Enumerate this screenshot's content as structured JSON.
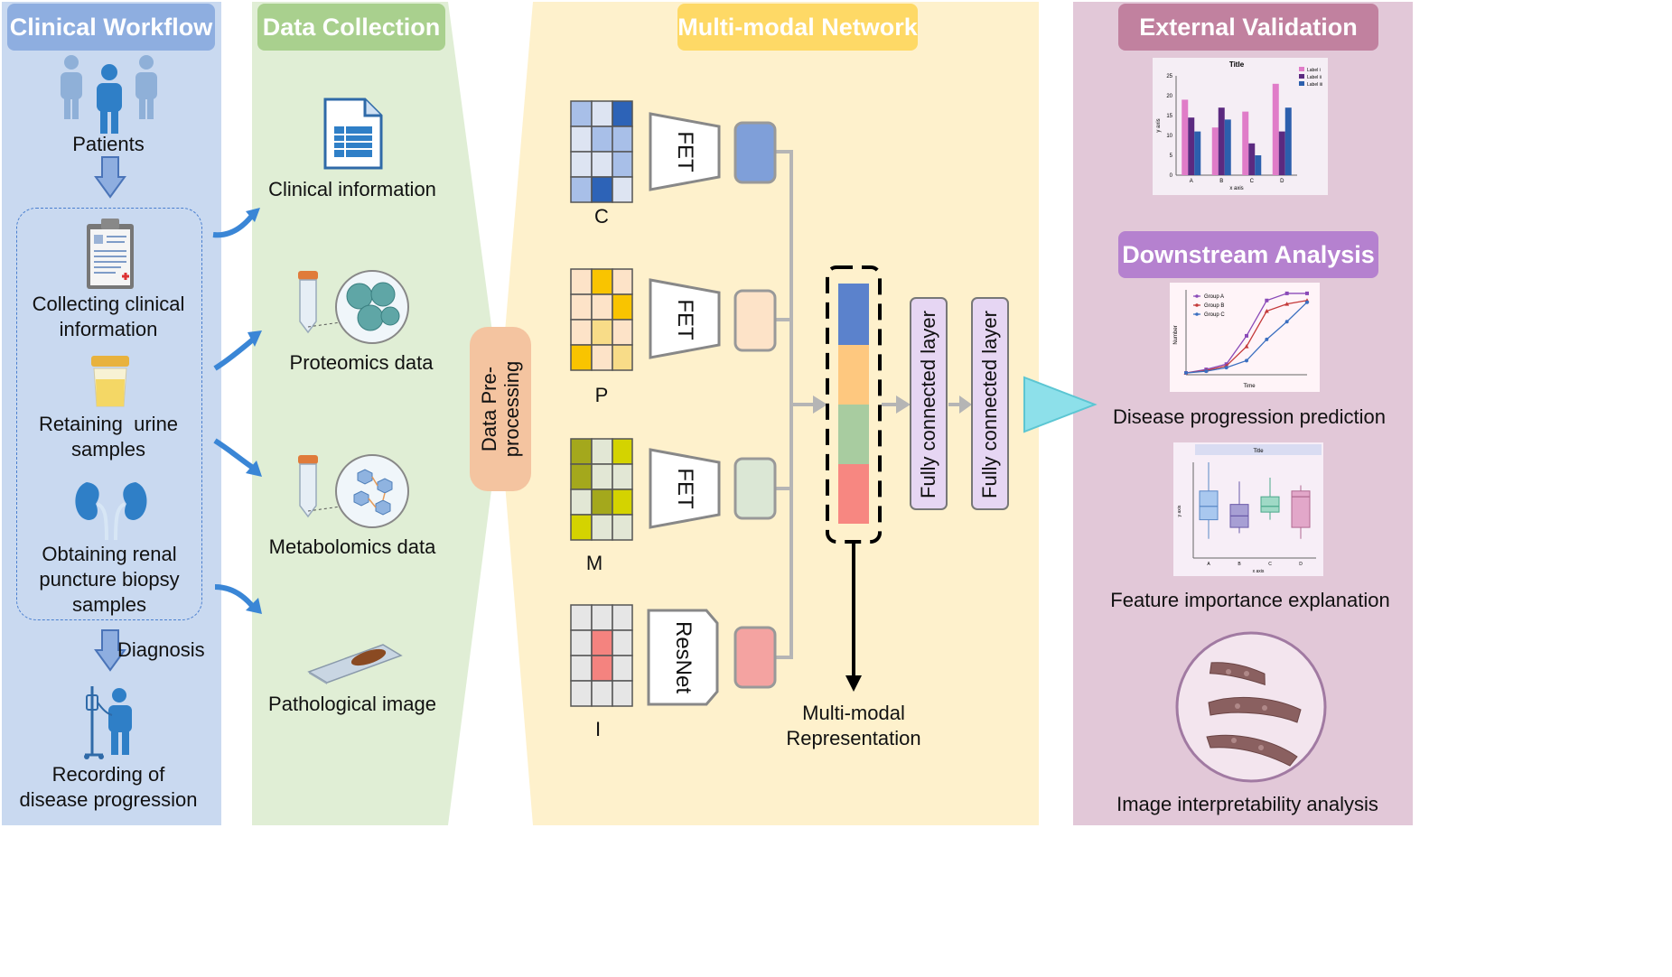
{
  "sections": {
    "clinical_workflow": {
      "title": "Clinical Workflow",
      "patients": "Patients",
      "collecting": "Collecting clinical information",
      "retaining": "Retaining  urine samples",
      "obtaining": "Obtaining renal puncture biopsy samples",
      "diagnosis": "Diagnosis",
      "recording": "Recording of disease progression"
    },
    "data_collection": {
      "title": "Data Collection",
      "clinical": "Clinical information",
      "proteomics": "Proteomics data",
      "metabolomics": "Metabolomics data",
      "pathological": "Pathological image"
    },
    "preprocessing": {
      "label": "Data Pre-processing"
    },
    "network": {
      "title": "Multi-modal Network",
      "modalities": [
        {
          "letter": "C",
          "encoder": "FET",
          "color": "#7f9fd9"
        },
        {
          "letter": "P",
          "encoder": "FET",
          "color": "#fde3c8"
        },
        {
          "letter": "M",
          "encoder": "FET",
          "color": "#dbe7d5"
        },
        {
          "letter": "I",
          "encoder": "ResNet",
          "color": "#f4a3a1"
        }
      ],
      "fc1": "Fully connected layer",
      "fc2": "Fully connected layer",
      "representation": "Multi-modal Representation"
    },
    "validation": {
      "title": "External Validation",
      "chart_title": "Title",
      "legend": [
        "Label i",
        "Label ii",
        "Label iii"
      ],
      "xlabel": "x axis",
      "ylabel": "y axis"
    },
    "downstream": {
      "title": "Downstream Analysis",
      "progression": "Disease progression prediction",
      "importance": "Feature importance explanation",
      "interpretability": "Image interpretability analysis",
      "line_legend": [
        "Group A",
        "Group B",
        "Group C"
      ],
      "line_x": "Time",
      "line_y": "Number",
      "box_title": "Title",
      "box_x": "x axis",
      "box_y": "y axis"
    }
  },
  "colors": {
    "workflow_bg": "#c9d9f0",
    "workflow_hdr": "#8eaee0",
    "collection_bg": "#e0eed5",
    "collection_hdr": "#a9d08e",
    "network_bg": "#fef1cc",
    "network_hdr": "#fed966",
    "validation_bg": "#e2c8d8",
    "validation_hdr": "#c1819f",
    "downstream_hdr": "#b581cf",
    "arrow_blue": "#3a86d6"
  },
  "chart_data": [
    {
      "type": "bar",
      "title": "Title",
      "categories": [
        "A",
        "B",
        "C",
        "D"
      ],
      "series": [
        {
          "name": "Label i",
          "values": [
            19,
            12,
            16,
            23
          ]
        },
        {
          "name": "Label ii",
          "values": [
            14.5,
            17,
            8,
            11
          ]
        },
        {
          "name": "Label iii",
          "values": [
            11,
            14,
            5,
            17
          ]
        }
      ],
      "xlabel": "x axis",
      "ylabel": "y axis",
      "ylim": [
        0,
        25
      ],
      "yticks": [
        0,
        5,
        10,
        15,
        20,
        25
      ]
    },
    {
      "type": "line",
      "title": "",
      "x": [
        0,
        1,
        2,
        3,
        4,
        5,
        6
      ],
      "series": [
        {
          "name": "Group A",
          "values": [
            0.5,
            1.5,
            3,
            11,
            21,
            23,
            23
          ]
        },
        {
          "name": "Group B",
          "values": [
            0.5,
            1.2,
            2.5,
            8,
            18,
            20,
            21
          ]
        },
        {
          "name": "Group C",
          "values": [
            0.5,
            1,
            2,
            4,
            10,
            15,
            20.5
          ]
        }
      ],
      "xlabel": "Time",
      "ylabel": "Number"
    },
    {
      "type": "box",
      "title": "Title",
      "categories": [
        "A",
        "B",
        "C",
        "D"
      ],
      "boxes": [
        {
          "min": 5,
          "q1": 10,
          "median": 13.5,
          "q3": 17.5,
          "max": 25
        },
        {
          "min": 6.5,
          "q1": 8,
          "median": 11,
          "q3": 14,
          "max": 20
        },
        {
          "min": 10,
          "q1": 12,
          "median": 13.5,
          "q3": 16,
          "max": 21
        },
        {
          "min": 5,
          "q1": 8,
          "median": 16,
          "q3": 17.5,
          "max": 19
        }
      ],
      "xlabel": "x axis",
      "ylabel": "y axis"
    }
  ]
}
